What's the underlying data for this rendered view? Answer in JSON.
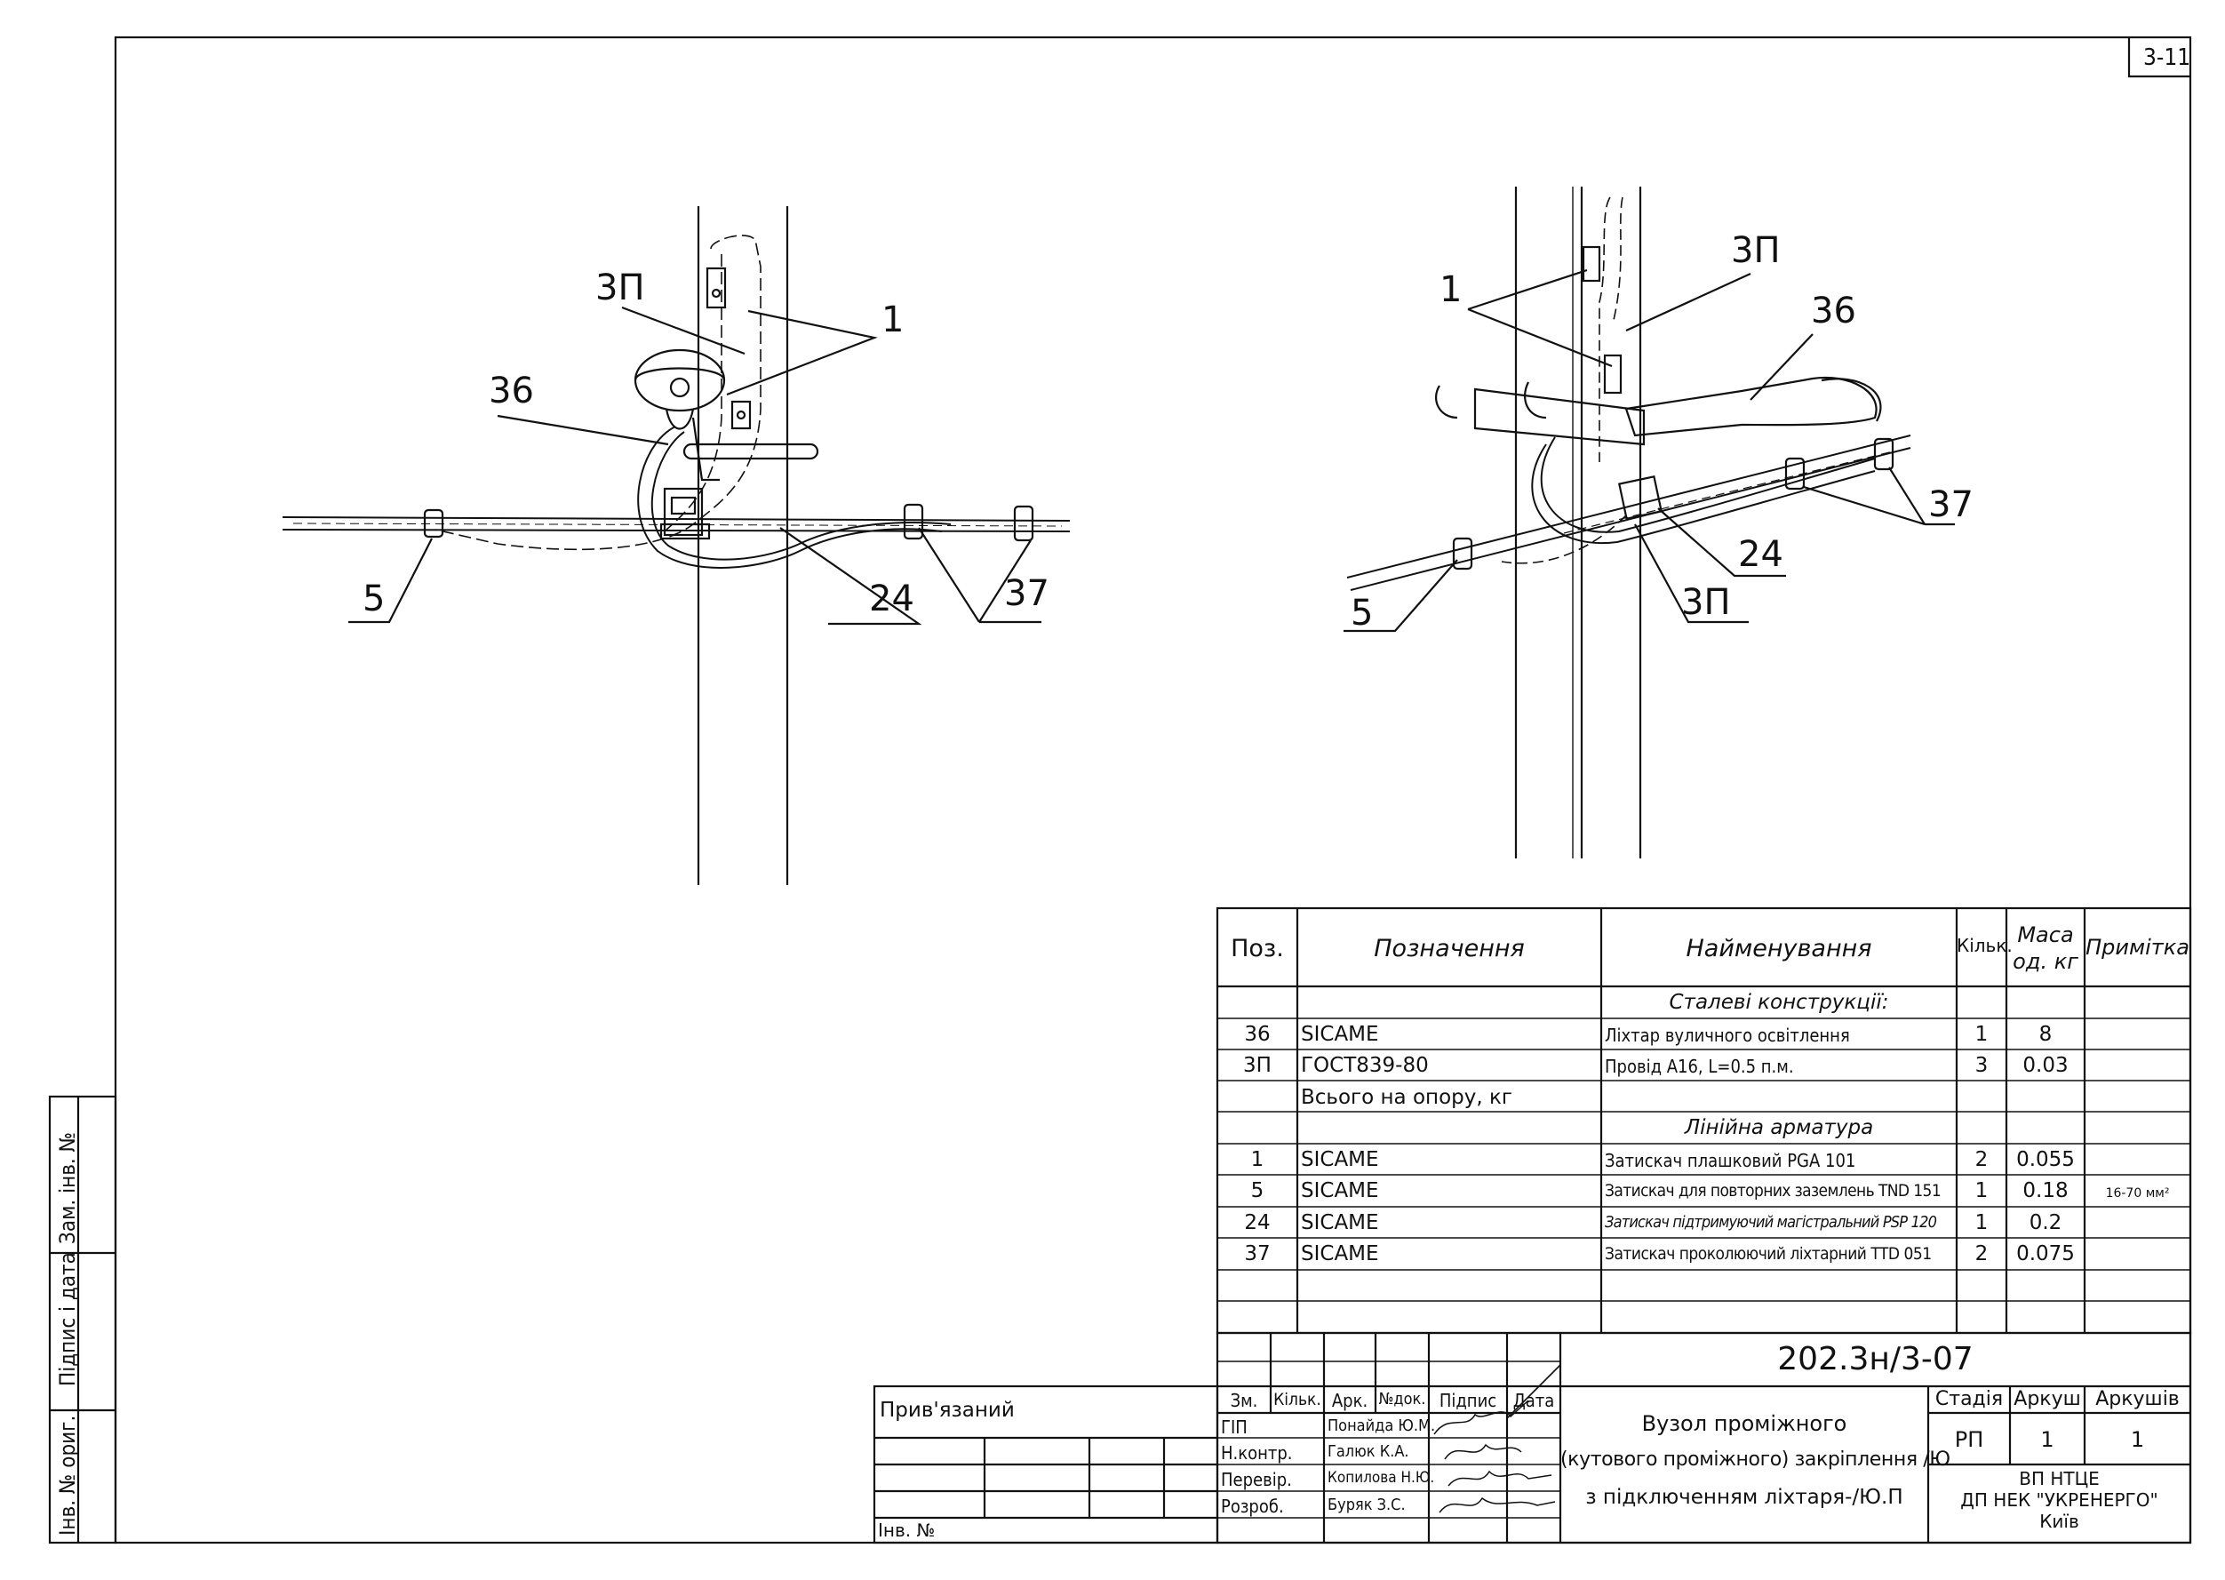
{
  "sheet_code": "3-11",
  "left_view": {
    "labels": {
      "l_3p": "3П",
      "l_1": "1",
      "l_36": "36",
      "l_5": "5",
      "l_24": "24",
      "l_37": "37"
    }
  },
  "right_view": {
    "labels": {
      "l_1": "1",
      "l_3p_top": "3П",
      "l_36": "36",
      "l_37": "37",
      "l_24": "24",
      "l_3p_bot": "3П",
      "l_5": "5"
    }
  },
  "spec_table": {
    "headers": {
      "pos": "Поз.",
      "designation": "Позначення",
      "name": "Найменування",
      "qty": "Кільк.",
      "mass_line1": "Маса",
      "mass_line2": "од. кг",
      "note": "Примітка"
    },
    "sections": {
      "steel": "Сталеві конструкції:",
      "line_fittings": "Лінійна арматура"
    },
    "rows_steel": [
      {
        "pos": "36",
        "designation": "SICAME",
        "name": "Ліхтар вуличного освітлення",
        "qty": "1",
        "mass": "8",
        "note": ""
      },
      {
        "pos": "3П",
        "designation": "ГОСТ839-80",
        "name": "Провід А16, L=0.5 п.м.",
        "qty": "3",
        "mass": "0.03",
        "note": ""
      }
    ],
    "total_label": "Всього на опору, кг",
    "rows_fittings": [
      {
        "pos": "1",
        "designation": "SICAME",
        "name": "Затискач плашковий PGA 101",
        "qty": "2",
        "mass": "0.055",
        "note": ""
      },
      {
        "pos": "5",
        "designation": "SICAME",
        "name": "Затискач для повторних заземлень TND 151",
        "qty": "1",
        "mass": "0.18",
        "note": "16-70 мм²"
      },
      {
        "pos": "24",
        "designation": "SICAME",
        "name": "Затискач підтримуючий магістральний PSP 120",
        "qty": "1",
        "mass": "0.2",
        "note": ""
      },
      {
        "pos": "37",
        "designation": "SICAME",
        "name": "Затискач проколюючий ліхтарний TTD 051",
        "qty": "2",
        "mass": "0.075",
        "note": ""
      }
    ]
  },
  "title_block": {
    "doc_number": "202.3н/3-07",
    "attached_label": "Прив'язаний",
    "inv_label": "Інв. №",
    "change_headers": {
      "zm": "Зм.",
      "kilk": "Кільк.",
      "ark": "Арк.",
      "ndok": "№док.",
      "pidpys": "Підпис",
      "data": "Дата"
    },
    "roles": [
      {
        "role": "ГІП",
        "name": "Понайда Ю.М."
      },
      {
        "role": "Н.контр.",
        "name": "Галюк К.А."
      },
      {
        "role": "Перевір.",
        "name": "Копилова Н.Ю."
      },
      {
        "role": "Розроб.",
        "name": "Буряк З.С."
      }
    ],
    "title_lines": [
      "Вузол проміжного",
      "(кутового проміжного) закріплення /Ю",
      "з підключенням ліхтаря-/Ю.П"
    ],
    "stage_headers": {
      "stage": "Стадія",
      "sheet": "Аркуш",
      "sheets": "Аркушів"
    },
    "stage_values": {
      "stage": "РП",
      "sheet": "1",
      "sheets": "1"
    },
    "org_lines": [
      "ВП НТЦЕ",
      "ДП НЕК \"УКРЕНЕРГО\"",
      "Київ"
    ]
  },
  "side_stamp": {
    "zam_inv": "Зам. інв. №",
    "pidpys_data": "Підпис і дата",
    "inv_orig": "Інв. № ориг."
  }
}
